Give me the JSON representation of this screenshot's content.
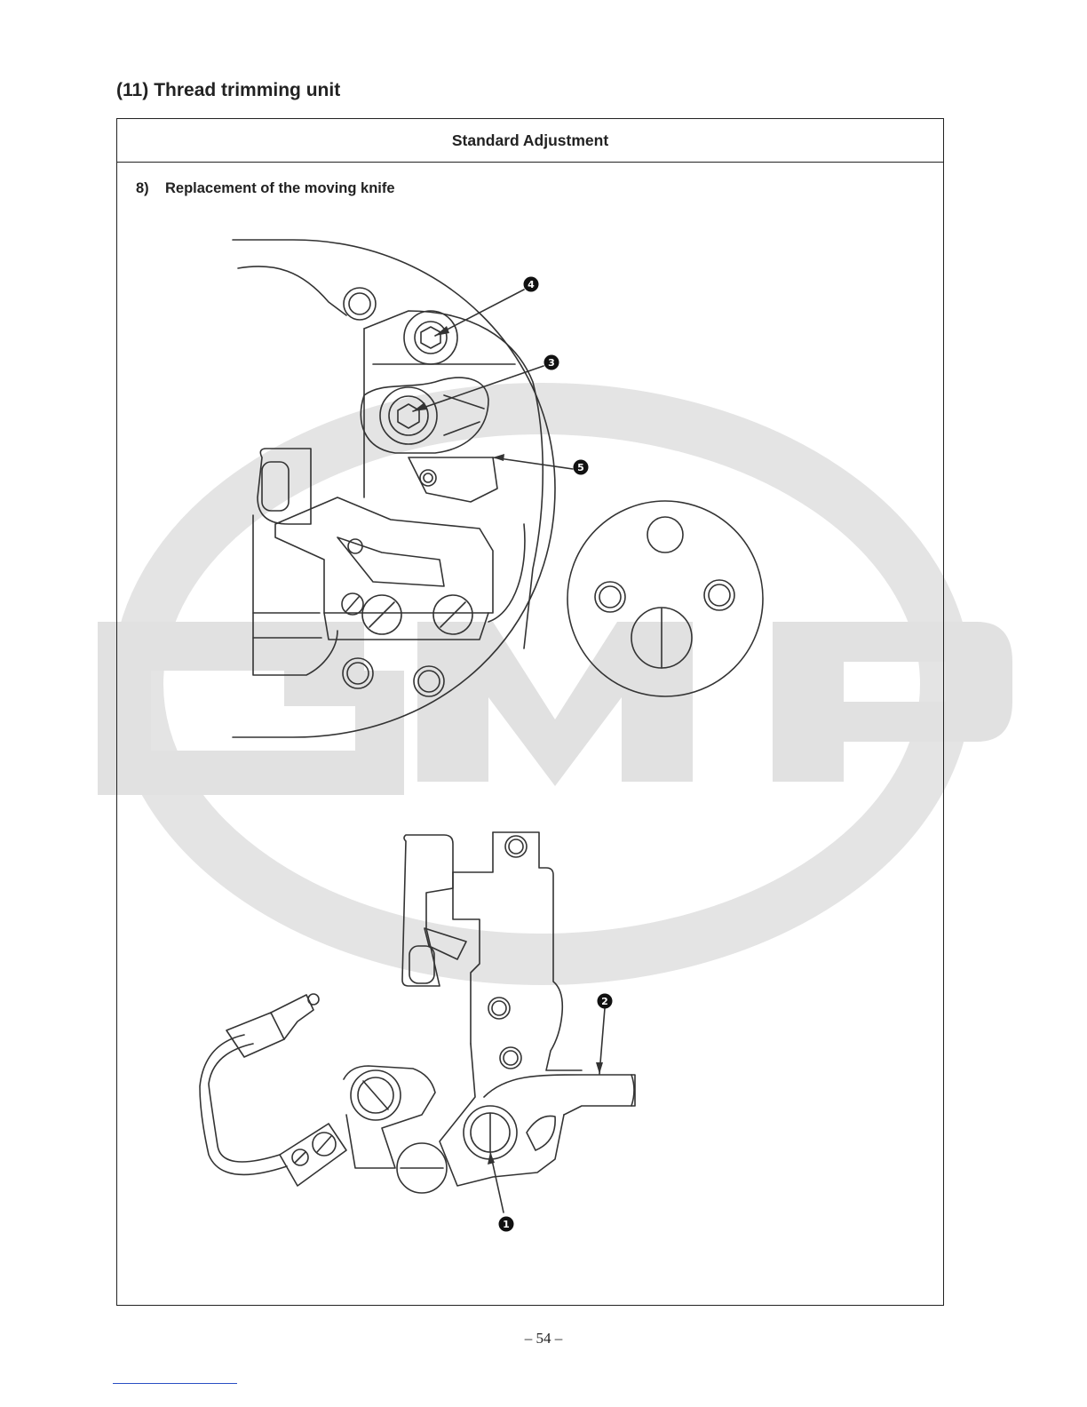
{
  "section": {
    "number": "(11)",
    "title": "Thread trimming unit"
  },
  "table": {
    "header": "Standard Adjustment"
  },
  "item": {
    "number": "8)",
    "title": "Replacement of the moving knife"
  },
  "callouts": {
    "c1": "1",
    "c2": "2",
    "c3": "3",
    "c4": "4",
    "c5": "5"
  },
  "watermark": {
    "text": "GMP",
    "color": "#e3e3e3"
  },
  "footer": {
    "page_number": "– 54 –",
    "link_color": "#2a4fc4"
  }
}
